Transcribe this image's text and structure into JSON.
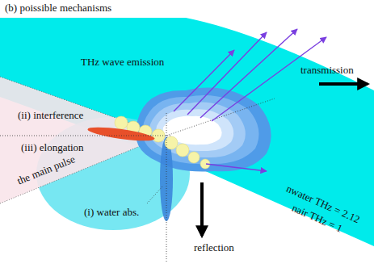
{
  "diagram": {
    "title": "(b) poissible mechanisms",
    "labels": [
      "THz wave emission",
      "transmission",
      "(ii) interference",
      "(iii) elongation",
      "the main pulse",
      "(i) water abs.",
      "reflection",
      "nwater THz = 2.12",
      "nair THz = 1"
    ]
  }
}
